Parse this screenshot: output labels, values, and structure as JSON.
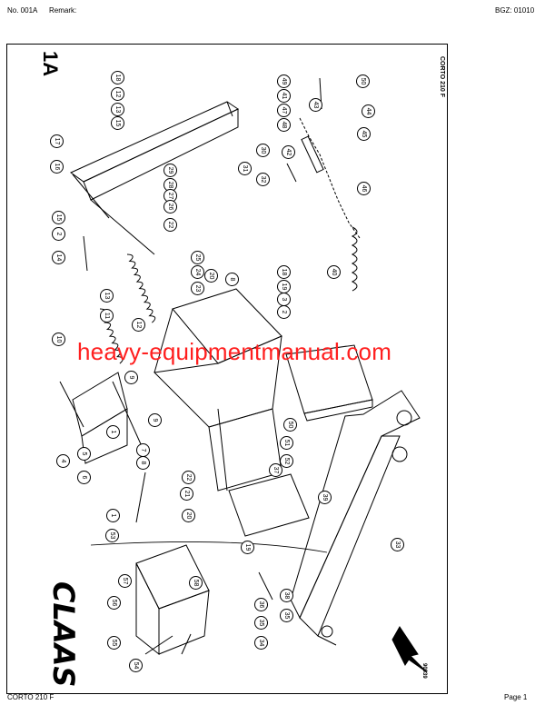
{
  "header": {
    "doc_no": "No. 001A",
    "remark": "Remark:",
    "bgz": "BGZ: 01010"
  },
  "sheet": {
    "code": "1A",
    "model": "CORTO 210 F",
    "drawing_number": "90939"
  },
  "watermark": "heavy-equipmentmanual.com",
  "callouts": [
    "18",
    "12",
    "13",
    "15",
    "17",
    "16",
    "29",
    "28",
    "27",
    "26",
    "30",
    "31",
    "32",
    "22",
    "15",
    "2",
    "14",
    "25",
    "24",
    "23",
    "20",
    "8",
    "18",
    "19",
    "3",
    "2",
    "13",
    "12",
    "11",
    "10",
    "9",
    "1",
    "5",
    "4",
    "6",
    "7",
    "8",
    "9",
    "22",
    "21",
    "1",
    "50",
    "19",
    "49",
    "41",
    "47",
    "48",
    "43",
    "44",
    "45",
    "46",
    "42",
    "40",
    "37",
    "33",
    "34",
    "35",
    "36",
    "35",
    "38",
    "39",
    "50",
    "51",
    "52",
    "53",
    "54",
    "55",
    "56",
    "57",
    "58",
    "20"
  ],
  "brand_logo": "CLAAS",
  "footer": {
    "model": "CORTO 210 F",
    "page": "Page 1"
  }
}
